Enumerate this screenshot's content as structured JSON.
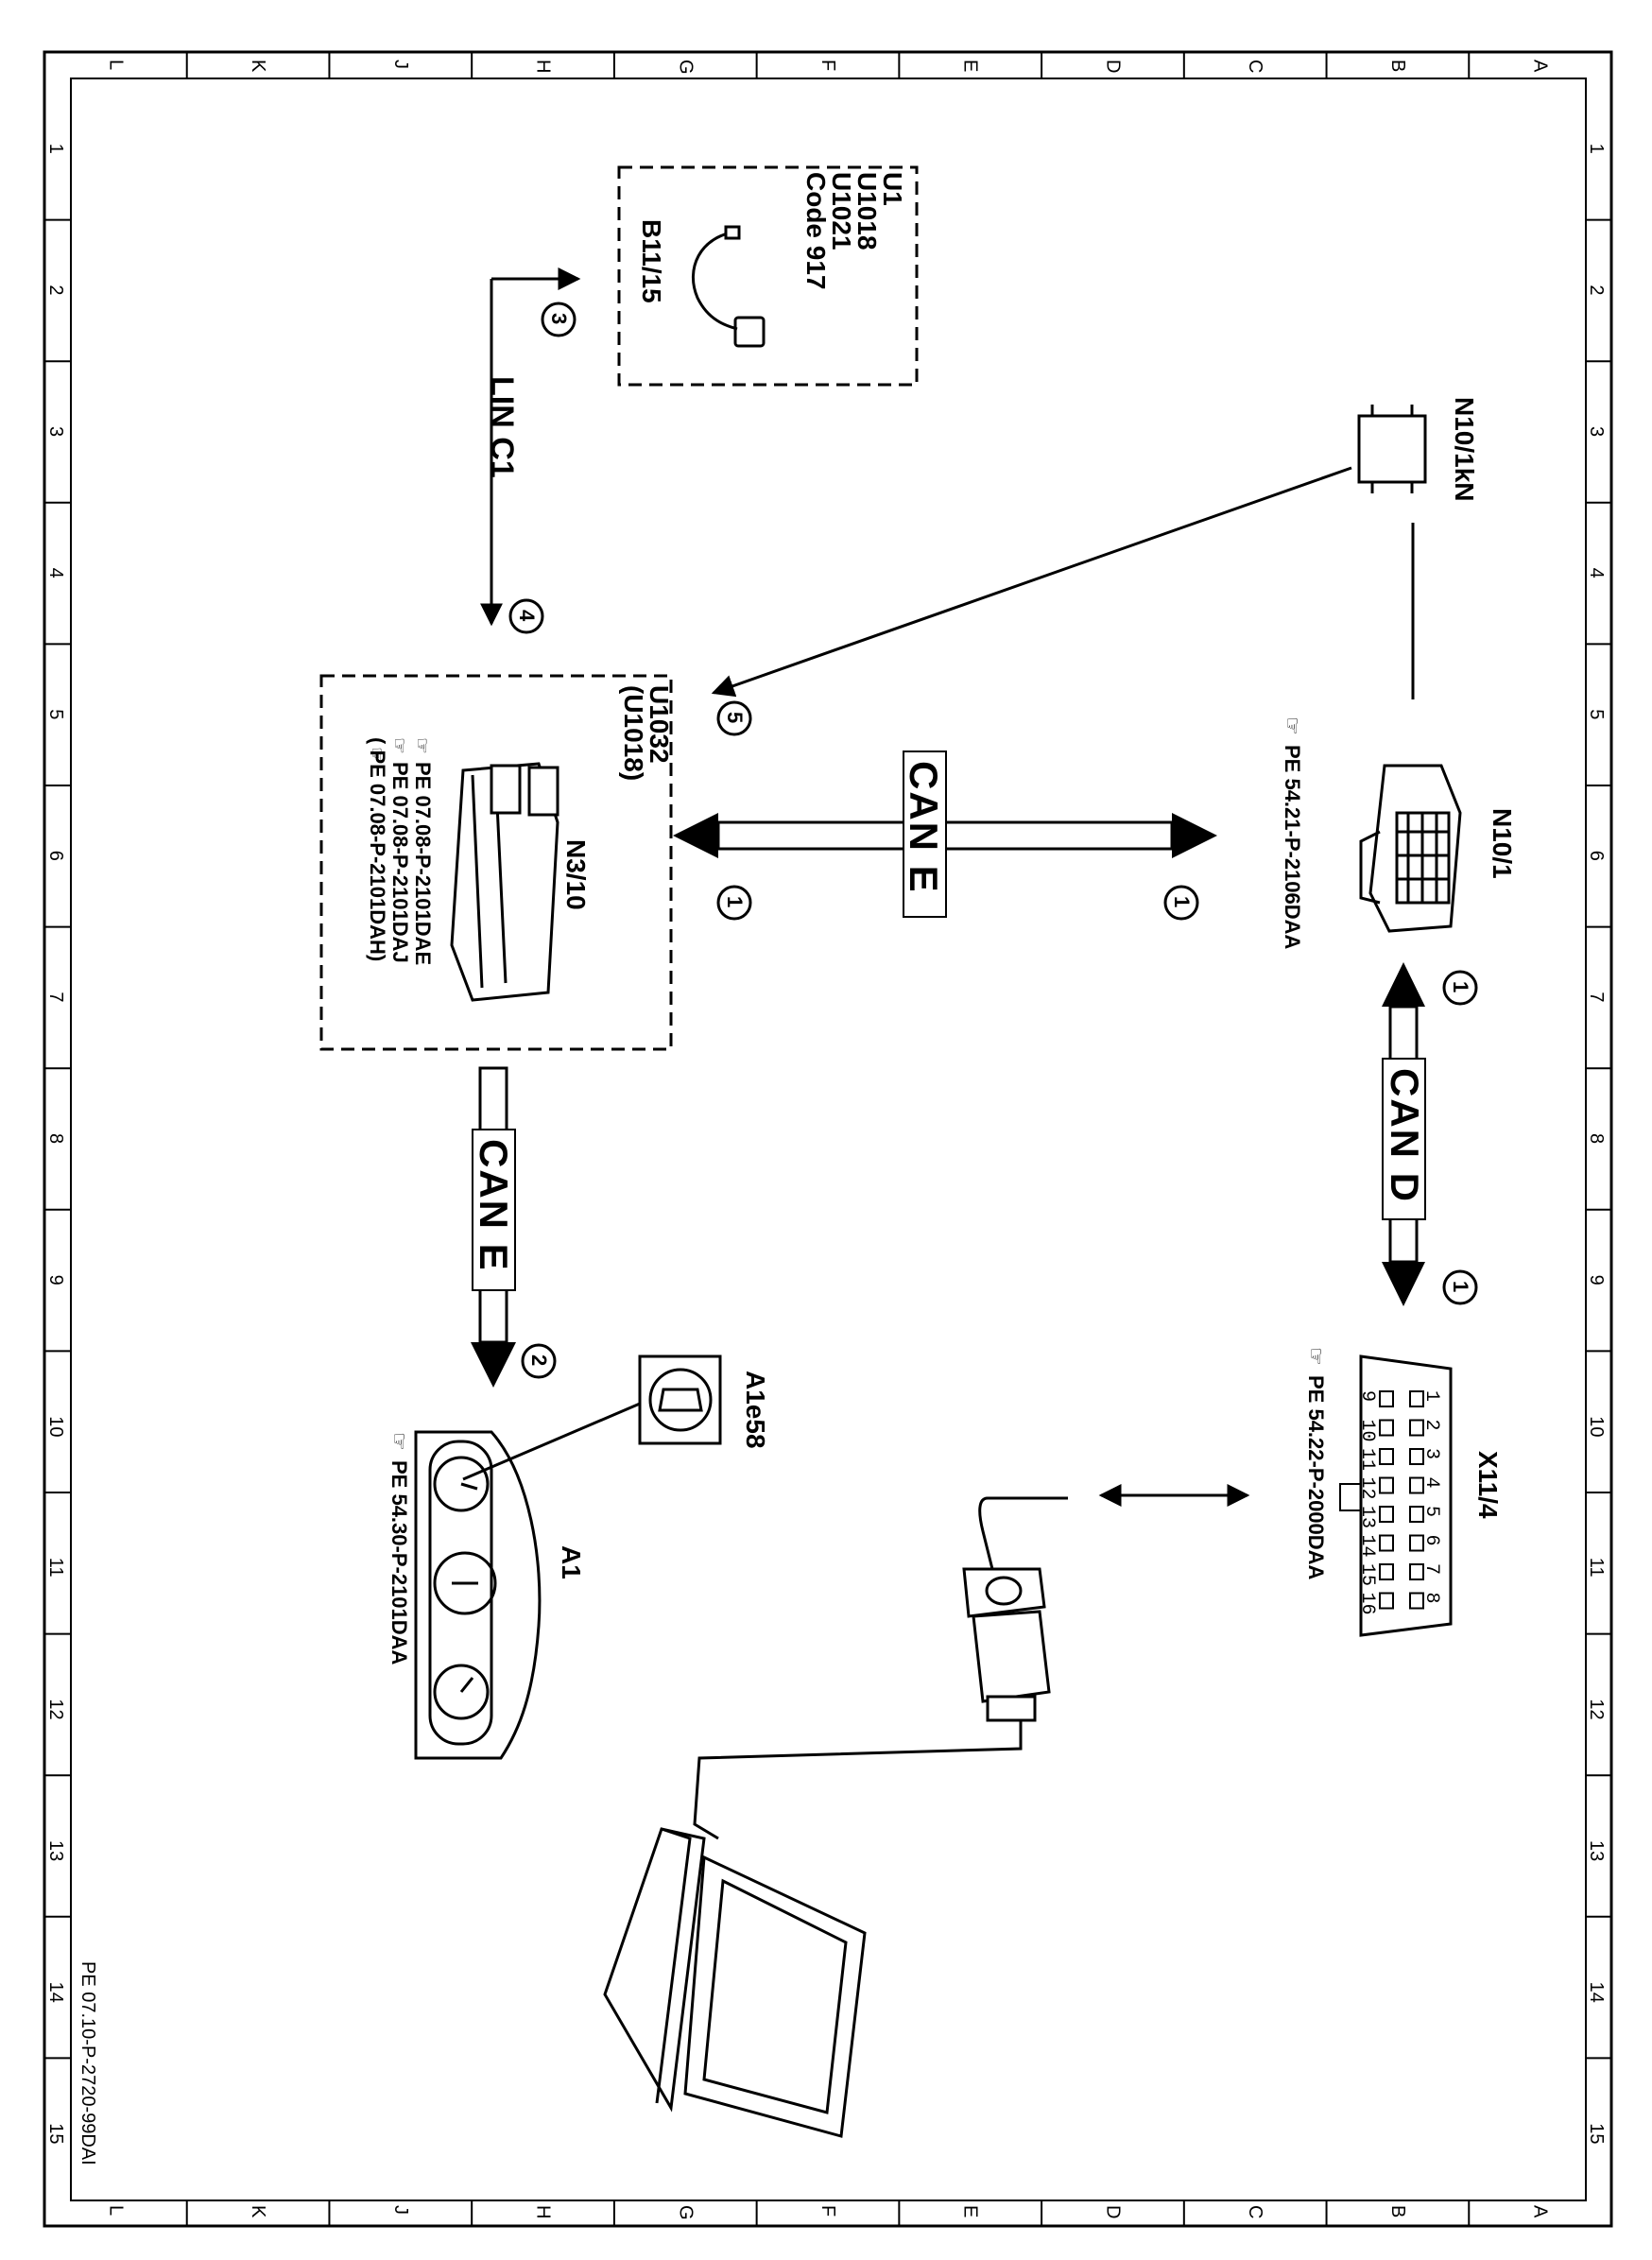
{
  "frame": {
    "col_letters": [
      "L",
      "K",
      "J",
      "H",
      "G",
      "F",
      "E",
      "D",
      "C",
      "B",
      "A"
    ],
    "row_numbers": [
      "1",
      "2",
      "3",
      "4",
      "5",
      "6",
      "7",
      "8",
      "9",
      "10",
      "11",
      "12",
      "13",
      "14",
      "15"
    ]
  },
  "document_id": "PE 07.10-P-2720-99DAI",
  "components": {
    "u1_box": [
      "U1",
      "U1018",
      "U1021",
      "Code 917"
    ],
    "b11_15": "B11/15",
    "n10_1kn": "N10/1kN",
    "n10_1": "N10/1",
    "n10_1_ref": "PE 54.21-P-2106DAA",
    "n3_10": "N3/10",
    "n3_10_variants": [
      "U1032",
      "(U1018)"
    ],
    "n3_10_refs": [
      "PE 07.08-P-2101DAE",
      "PE 07.08-P-2101DAJ",
      "(    PE 07.08-P-2101DAH)"
    ],
    "x11_4": "X11/4",
    "x11_4_ref": "PE 54.22-P-2000DAA",
    "x11_4_pins_top": [
      "1",
      "2",
      "3",
      "4",
      "5",
      "6",
      "7",
      "8"
    ],
    "x11_4_pins_bottom": [
      "9",
      "10",
      "11",
      "12",
      "13",
      "14",
      "15",
      "16"
    ],
    "a1e58": "A1e58",
    "a1": "A1",
    "a1_ref": "PE 54.30-P-2101DAA"
  },
  "buses": {
    "can_e_horizontal": "CAN E",
    "can_d": "CAN D",
    "can_e_vertical": "CAN E",
    "lin": "LIN C1"
  },
  "markers": [
    "1",
    "1",
    "1",
    "1",
    "2",
    "3",
    "4",
    "5"
  ]
}
